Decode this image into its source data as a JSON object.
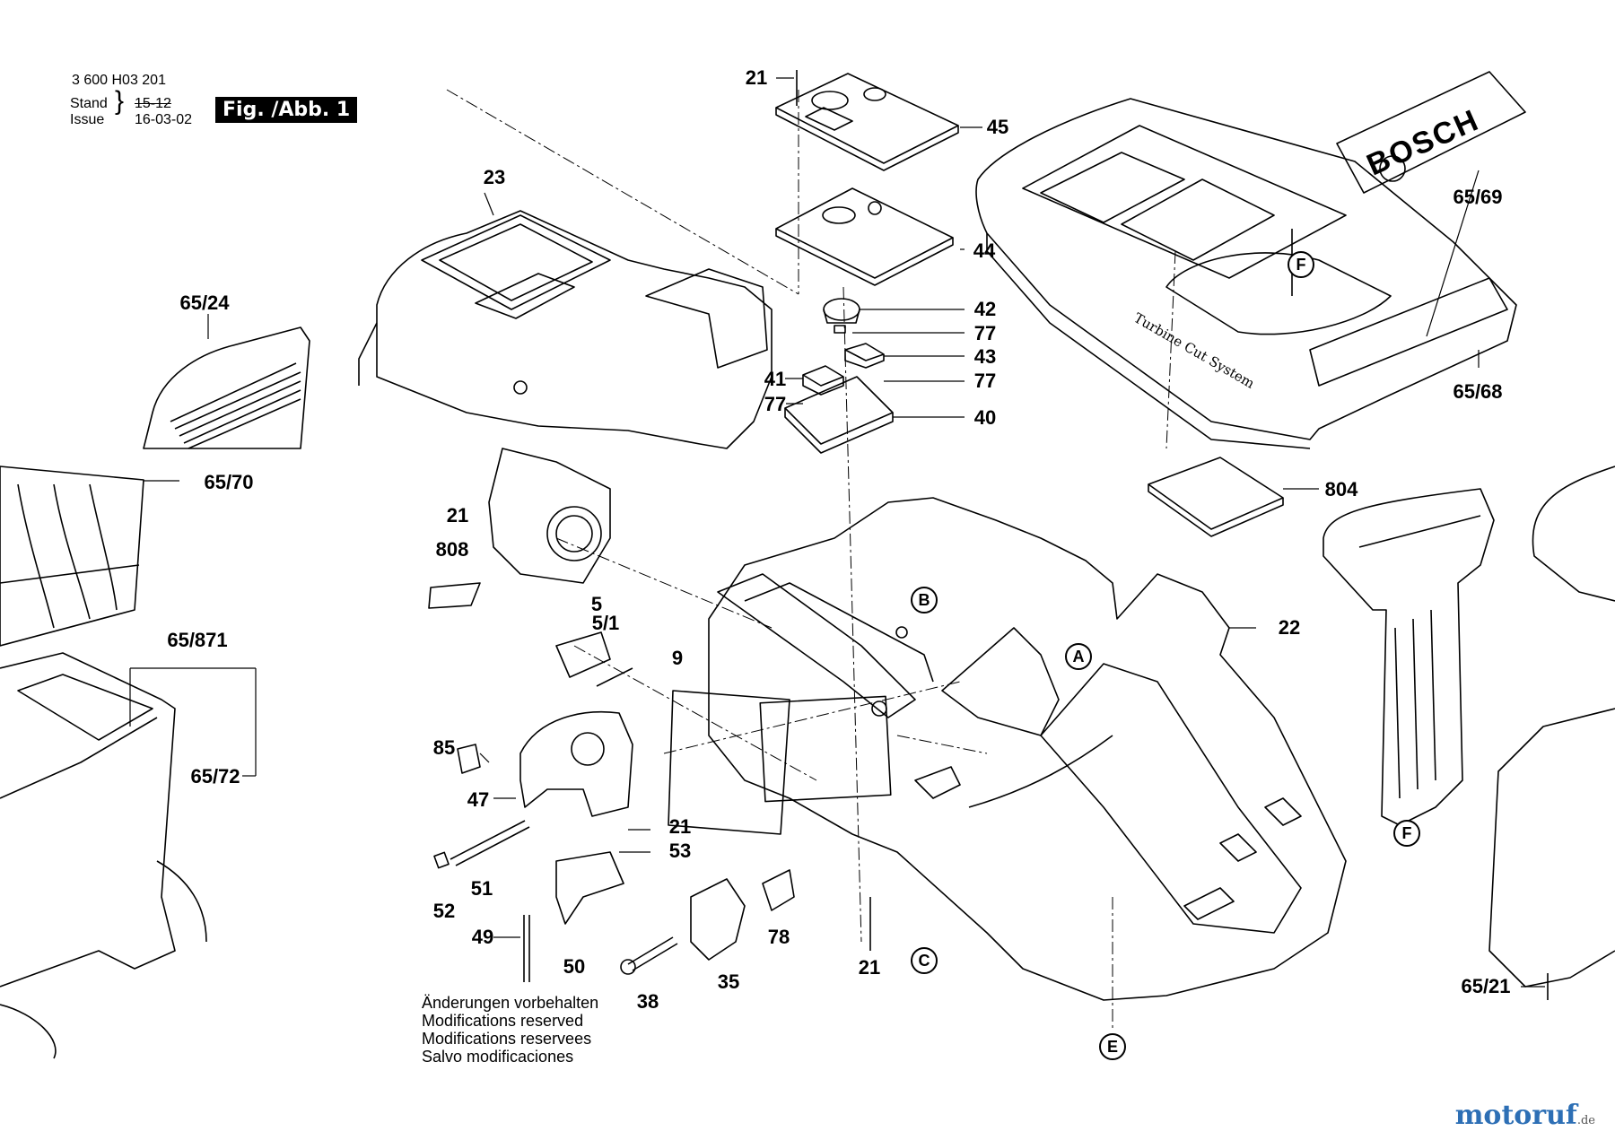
{
  "header": {
    "drawing_number": "3 600 H03 201",
    "stand_label": "Stand",
    "issue_label": "Issue",
    "stand_value": "15-12",
    "issue_value": "16-03-02",
    "figure_label": "Fig. /Abb. 1"
  },
  "brand_text": "BOSCH",
  "slogan_text": "Turbine Cut System",
  "part_labels": {
    "p21a": "21",
    "p45": "45",
    "p23": "23",
    "p44": "44",
    "p42": "42",
    "p77a": "77",
    "p43": "43",
    "p41": "41",
    "p77b": "77",
    "p77c": "77",
    "p40": "40",
    "p65_24": "65/24",
    "p65_69": "65/69",
    "p65_68": "65/68",
    "p65_70": "65/70",
    "p21b": "21",
    "p808": "808",
    "p804": "804",
    "p22": "22",
    "p5": "5",
    "p5_1": "5/1",
    "p9": "9",
    "p65_871": "65/871",
    "p65_72": "65/72",
    "p85": "85",
    "p47": "47",
    "p21c": "21",
    "p53": "53",
    "p51": "51",
    "p52": "52",
    "p49": "49",
    "p50": "50",
    "p78": "78",
    "p38": "38",
    "p35": "35",
    "p21d": "21",
    "p65_21": "65/21"
  },
  "callouts": {
    "a": "A",
    "b": "B",
    "c": "C",
    "e": "E",
    "f1": "F",
    "f2": "F"
  },
  "notes": [
    "Änderungen vorbehalten",
    "Modifications reserved",
    "Modifications reservees",
    "Salvo modificaciones"
  ],
  "watermark": {
    "name": "motoruf",
    "suffix": ".de"
  },
  "colors": {
    "ink": "#000000",
    "watermark": "#2d6fb5"
  }
}
